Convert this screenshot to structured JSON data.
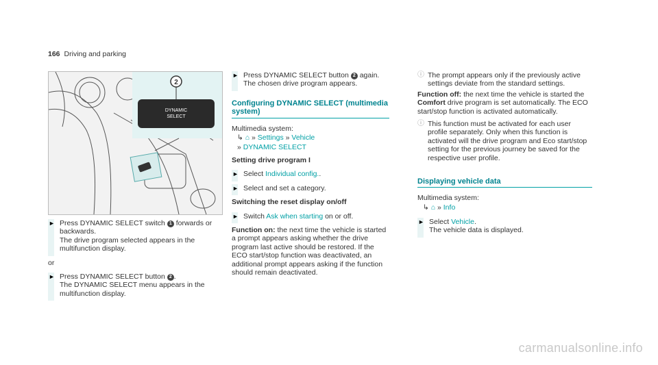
{
  "header": {
    "page_number": "166",
    "section": "Driving and parking"
  },
  "figure": {
    "button_line1": "DYNAMIC",
    "button_line2": "SELECT",
    "callout": "2"
  },
  "col1": {
    "step1": "Press DYNAMIC SELECT switch",
    "step1_badge": "1",
    "step1_b": "forwards or backwards.",
    "step1_result": "The drive program selected appears in the multifunction display.",
    "or": "or",
    "step2": "Press DYNAMIC SELECT button",
    "step2_badge": "2",
    "step2_b": ".",
    "step2_result": "The DYNAMIC SELECT menu appears in the multifunction display."
  },
  "col2": {
    "step3": "Press DYNAMIC SELECT button",
    "step3_badge": "2",
    "step3_b": "again.",
    "step3_result": "The chosen drive program appears.",
    "section_title": "Configuring DYNAMIC SELECT (multimedia system)",
    "mm_label": "Multimedia system:",
    "path1_settings": "Settings",
    "path1_vehicle": "Vehicle",
    "path1_ds": "DYNAMIC SELECT",
    "sub1": "Setting drive program I",
    "sel_prefix": "Select",
    "sel_link": "Individual config.",
    "sel_suffix": ".",
    "sel_cat": "Select and set a category.",
    "sub2": "Switching the reset display on/off",
    "sw_prefix": "Switch",
    "sw_link": "Ask when starting",
    "sw_suffix": "on or off.",
    "fon_label": "Function on:",
    "fon_text": "the next time the vehicle is started a prompt appears asking whether the drive program last active should be restored. If the ECO start/stop function was deactivated, an additional prompt appears asking if the function should remain deactivated."
  },
  "col3": {
    "note1": "The prompt appears only if the previously active settings deviate from the standard settings.",
    "foff_label": "Function off:",
    "foff_a": "the next time the vehicle is started the",
    "foff_bold": "Comfort",
    "foff_b": "drive program is set automatically. The ECO start/stop function is activated automatically.",
    "note2": "This function must be activated for each user profile separately. Only when this function is activated will the drive program and Eco start/stop setting for the previous journey be saved for the respective user profile.",
    "section_title": "Displaying vehicle data",
    "mm_label": "Multimedia system:",
    "path_info": "Info",
    "sel_prefix": "Select",
    "sel_link": "Vehicle",
    "sel_suffix": ".",
    "sel_result": "The vehicle data is displayed."
  },
  "watermark": "carmanualsonline.info"
}
